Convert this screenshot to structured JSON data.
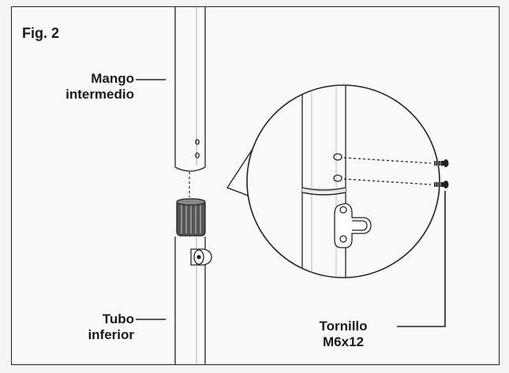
{
  "figure": {
    "label": "Fig. 2",
    "parts": {
      "upper_pole": {
        "line1": "Mango",
        "line2": "intermedio"
      },
      "lower_pole": {
        "line1": "Tubo",
        "line2": "inferior"
      },
      "screw": {
        "line1": "Tornillo",
        "line2": "M6x12"
      }
    }
  }
}
